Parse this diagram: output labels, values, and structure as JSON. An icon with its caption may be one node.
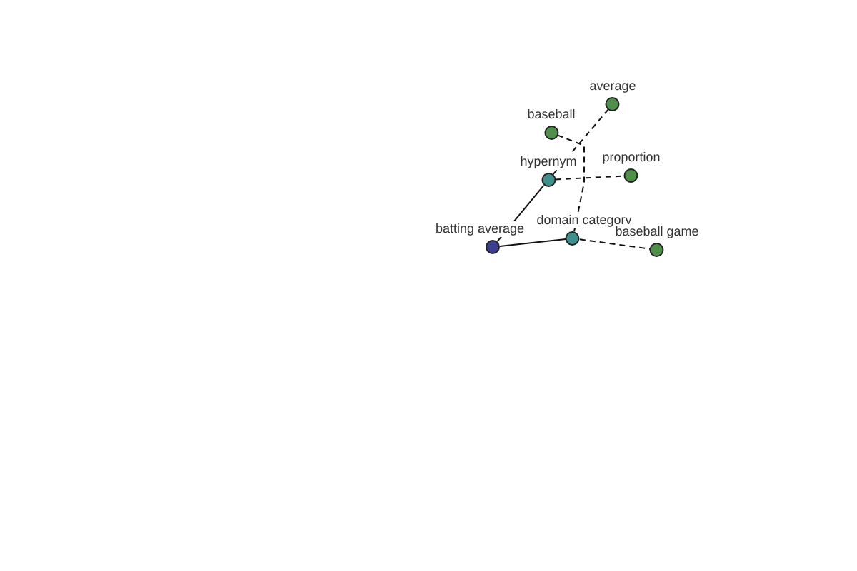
{
  "diagram": {
    "nodes": [
      {
        "text": [
          "batting average"
        ]
      },
      {
        "text": [
          "hypernym"
        ]
      },
      {
        "text": [
          "domain category"
        ]
      },
      {
        "text": [
          "average"
        ]
      },
      {
        "text": [
          "baseball"
        ]
      },
      {
        "text": [
          "proportion"
        ]
      },
      {
        "text": [
          "baseball game"
        ]
      }
    ],
    "edges": [
      {
        "from": 0,
        "to": 1,
        "arrow": "none"
      },
      {
        "from": 0,
        "to": 2,
        "arrow": "none"
      },
      {
        "from": 1,
        "to": 3,
        "arrow": "none",
        "style": "dashed"
      },
      {
        "from": 1,
        "to": 5,
        "arrow": "none",
        "style": "dashed"
      },
      {
        "from": 2,
        "to": 4,
        "arrow": "none",
        "style": "dashed"
      },
      {
        "from": 2,
        "to": 6,
        "arrow": "none",
        "style": "dashed"
      }
    ]
  }
}
